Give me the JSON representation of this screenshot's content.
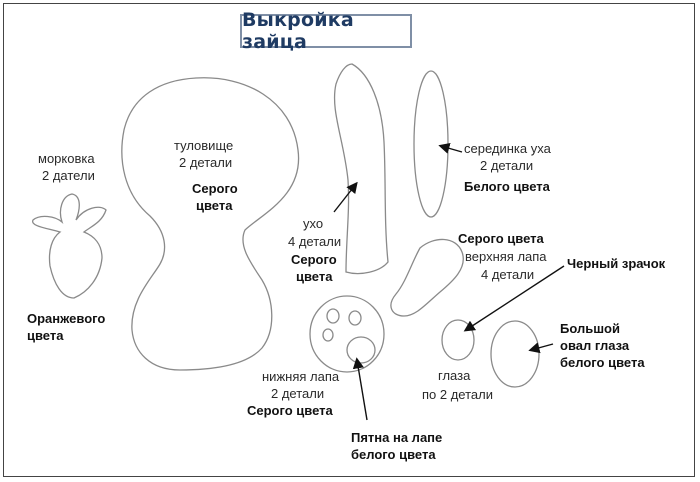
{
  "title": "Выкройка зайца",
  "labels": {
    "carrot_name": "морковка",
    "carrot_count": "2 датели",
    "carrot_color_1": "Оранжевого",
    "carrot_color_2": "цвета",
    "body_name": "туловище",
    "body_count": "2 детали",
    "body_color_1": "Серого",
    "body_color_2": "цвета",
    "ear_name": "ухо",
    "ear_count": "4 детали",
    "ear_color_1": "Серого",
    "ear_color_2": "цвета",
    "ear_center_name": "серединка уха",
    "ear_center_count": "2 детали",
    "ear_center_color": "Белого цвета",
    "upper_paw_color": "Серого цвета",
    "upper_paw_name": "верхняя лапа",
    "upper_paw_count": "4 детали",
    "pupil": "Черный зрачок",
    "big_oval_1": "Большой",
    "big_oval_2": "овал глаза",
    "big_oval_3": "белого цвета",
    "eyes_name": "глаза",
    "eyes_count": "по 2 детали",
    "lower_paw_name": "нижняя лапа",
    "lower_paw_count": "2 детали",
    "lower_paw_color": "Серого цвета",
    "paw_spots_1": "Пятна на лапе",
    "paw_spots_2": "белого цвета"
  },
  "colors": {
    "title_text": "#1f3b63",
    "title_border": "#7f8fa6",
    "outline": "#8a8a8a",
    "arrow": "#111111"
  }
}
